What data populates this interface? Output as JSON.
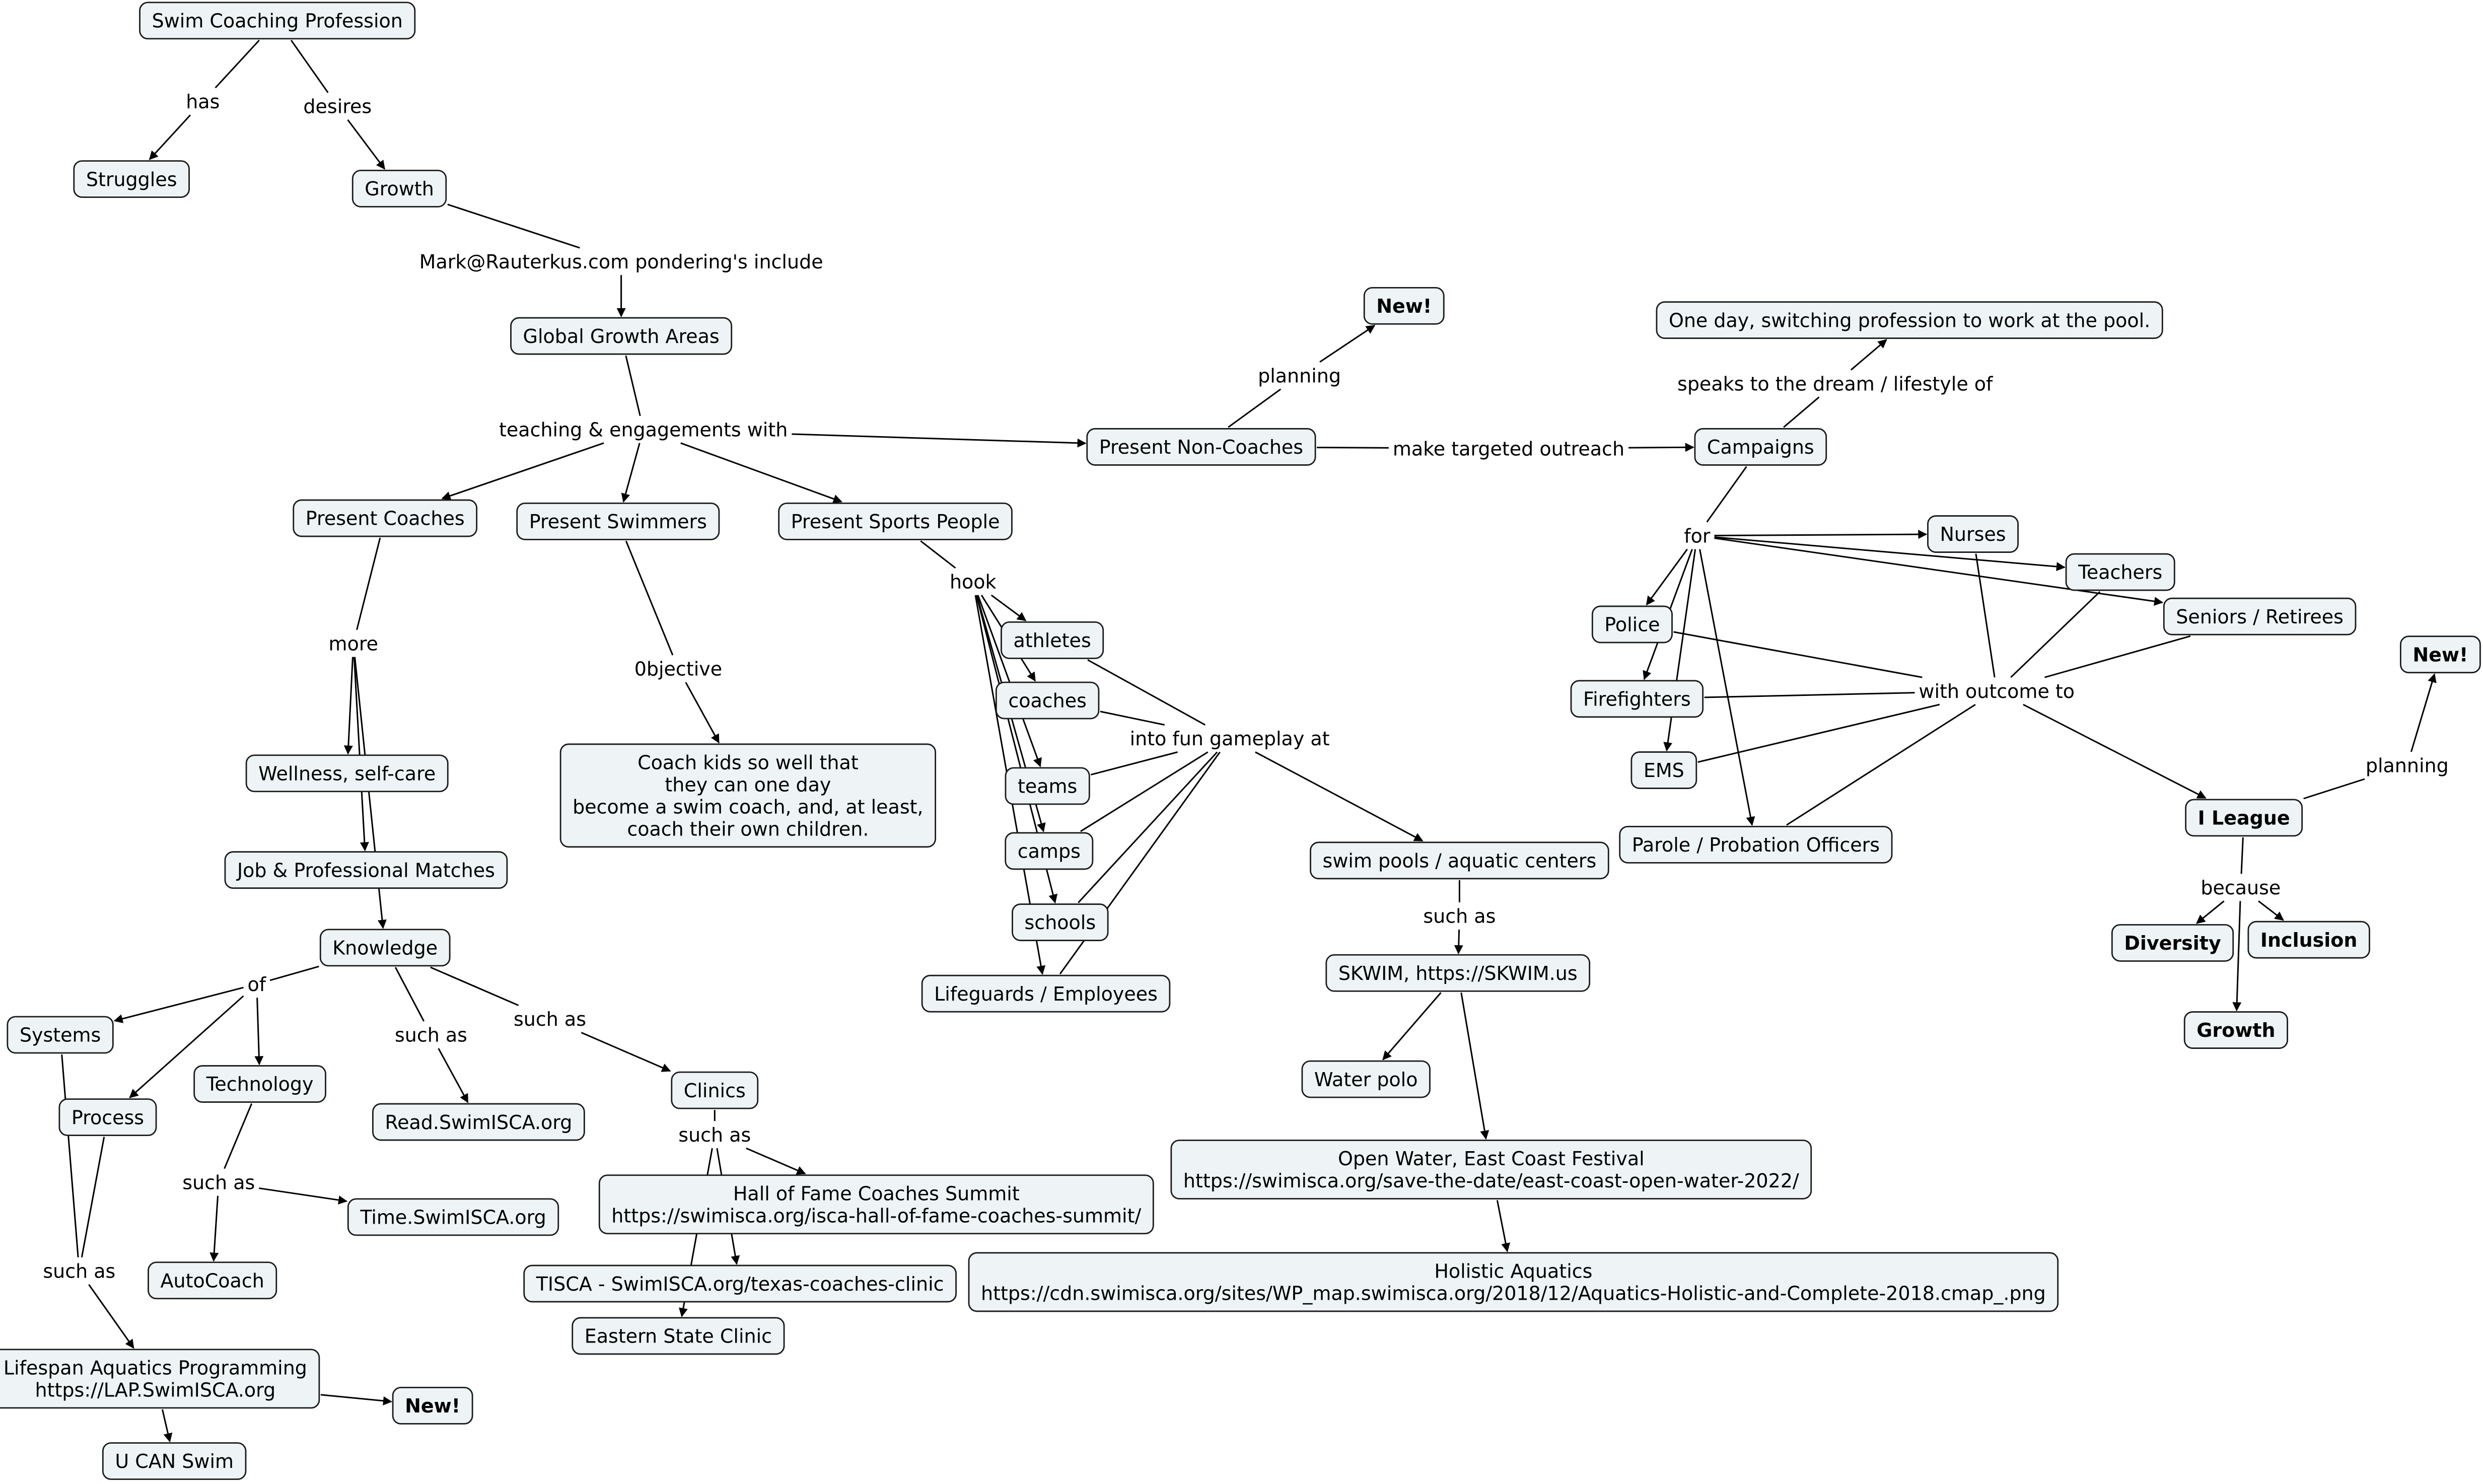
{
  "nodes": [
    {
      "id": "swim_coaching",
      "label": "Swim Coaching Profession"
    },
    {
      "id": "struggles",
      "label": "Struggles"
    },
    {
      "id": "growth_top",
      "label": "Growth"
    },
    {
      "id": "global_growth",
      "label": "Global Growth Areas"
    },
    {
      "id": "new_top",
      "label": "New!",
      "bold": true
    },
    {
      "id": "one_day",
      "label": "One day, switching profession to work at the pool."
    },
    {
      "id": "present_non_coaches",
      "label": "Present Non-Coaches"
    },
    {
      "id": "campaigns",
      "label": "Campaigns"
    },
    {
      "id": "present_coaches",
      "label": "Present Coaches"
    },
    {
      "id": "present_swimmers",
      "label": "Present Swimmers"
    },
    {
      "id": "present_sports",
      "label": "Present Sports People"
    },
    {
      "id": "nurses",
      "label": "Nurses"
    },
    {
      "id": "teachers",
      "label": "Teachers"
    },
    {
      "id": "police",
      "label": "Police"
    },
    {
      "id": "seniors",
      "label": "Seniors / Retirees"
    },
    {
      "id": "new_right",
      "label": "New!",
      "bold": true
    },
    {
      "id": "athletes",
      "label": "athletes"
    },
    {
      "id": "coaches",
      "label": "coaches"
    },
    {
      "id": "firefighters",
      "label": "Firefighters"
    },
    {
      "id": "ems",
      "label": "EMS"
    },
    {
      "id": "wellness",
      "label": "Wellness, self-care"
    },
    {
      "id": "coach_kids",
      "label": "Coach kids so well that\nthey can one day\nbecome a swim coach, and, at least,\ncoach their own children."
    },
    {
      "id": "teams",
      "label": "teams"
    },
    {
      "id": "i_league",
      "label": "I League",
      "bold": true
    },
    {
      "id": "camps",
      "label": "camps"
    },
    {
      "id": "parole",
      "label": "Parole / Probation Officers"
    },
    {
      "id": "swim_pools",
      "label": "swim pools / aquatic centers"
    },
    {
      "id": "job_matches",
      "label": "Job & Professional Matches"
    },
    {
      "id": "schools",
      "label": "schools"
    },
    {
      "id": "knowledge",
      "label": "Knowledge"
    },
    {
      "id": "diversity",
      "label": "Diversity",
      "bold": true
    },
    {
      "id": "inclusion",
      "label": "Inclusion",
      "bold": true
    },
    {
      "id": "skwim",
      "label": "SKWIM, https://SKWIM.us"
    },
    {
      "id": "lifeguards",
      "label": "Lifeguards / Employees"
    },
    {
      "id": "systems",
      "label": "Systems"
    },
    {
      "id": "growth_right",
      "label": "Growth",
      "bold": true
    },
    {
      "id": "water_polo",
      "label": "Water polo"
    },
    {
      "id": "technology",
      "label": "Technology"
    },
    {
      "id": "clinics",
      "label": "Clinics"
    },
    {
      "id": "process",
      "label": "Process"
    },
    {
      "id": "read_swimisca",
      "label": "Read.SwimISCA.org"
    },
    {
      "id": "open_water",
      "label": "Open Water, East Coast Festival\nhttps://swimisca.org/save-the-date/east-coast-open-water-2022/"
    },
    {
      "id": "hall_of_fame",
      "label": "Hall of Fame Coaches Summit\nhttps://swimisca.org/isca-hall-of-fame-coaches-summit/"
    },
    {
      "id": "time_swimisca",
      "label": "Time.SwimISCA.org"
    },
    {
      "id": "holistic",
      "label": "Holistic Aquatics\nhttps://cdn.swimisca.org/sites/WP_map.swimisca.org/2018/12/Aquatics-Holistic-and-Complete-2018.cmap_.png"
    },
    {
      "id": "autocoach",
      "label": "AutoCoach"
    },
    {
      "id": "tisca",
      "label": "TISCA - SwimISCA.org/texas-coaches-clinic"
    },
    {
      "id": "eastern_state",
      "label": "Eastern State Clinic"
    },
    {
      "id": "lifespan",
      "label": "Lifespan Aquatics Programming\nhttps://LAP.SwimISCA.org"
    },
    {
      "id": "new_bottom",
      "label": "New!",
      "bold": true
    },
    {
      "id": "u_can_swim",
      "label": "U CAN Swim"
    }
  ],
  "link_labels": [
    {
      "id": "lbl_has",
      "label": "has"
    },
    {
      "id": "lbl_desires",
      "label": "desires"
    },
    {
      "id": "lbl_mark",
      "label": "Mark@Rauterkus.com pondering's include"
    },
    {
      "id": "lbl_planning_top",
      "label": "planning"
    },
    {
      "id": "lbl_speaks",
      "label": "speaks to the dream / lifestyle of"
    },
    {
      "id": "lbl_teaching",
      "label": "teaching & engagements with"
    },
    {
      "id": "lbl_outreach",
      "label": "make targeted outreach"
    },
    {
      "id": "lbl_for",
      "label": "for"
    },
    {
      "id": "lbl_hook",
      "label": "hook"
    },
    {
      "id": "lbl_more",
      "label": "more"
    },
    {
      "id": "lbl_objective",
      "label": "0bjective"
    },
    {
      "id": "lbl_outcome",
      "label": "with outcome to"
    },
    {
      "id": "lbl_gameplay",
      "label": "into fun gameplay at"
    },
    {
      "id": "lbl_planning_right",
      "label": "planning"
    },
    {
      "id": "lbl_because",
      "label": "because"
    },
    {
      "id": "lbl_such_as_pools",
      "label": "such as"
    },
    {
      "id": "lbl_of",
      "label": "of"
    },
    {
      "id": "lbl_such_as_read",
      "label": "such as"
    },
    {
      "id": "lbl_such_as_clinics",
      "label": "such as"
    },
    {
      "id": "lbl_such_as_clinics2",
      "label": "such as"
    },
    {
      "id": "lbl_such_as_tech",
      "label": "such as"
    },
    {
      "id": "lbl_such_as_process",
      "label": "such as"
    }
  ]
}
